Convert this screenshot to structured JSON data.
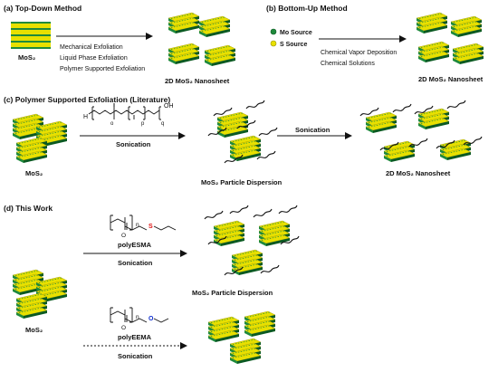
{
  "panel_a": {
    "title": "(a) Top-Down Method",
    "bulk_label": "MoS₂",
    "methods": [
      "Mechanical Exfoliation",
      "Liquid Phase Exfoliation",
      "Polymer Supported Exfoliation"
    ],
    "product_label": "2D MoS₂ Nanosheet"
  },
  "panel_b": {
    "title": "(b) Bottom-Up Method",
    "legend_mo": "Mo Source",
    "legend_s": "S Source",
    "methods": [
      "Chemical Vapor Deposition",
      "Chemical Solutions"
    ],
    "product_label": "2D MoS₂ Nanosheet"
  },
  "panel_c": {
    "title": "(c) Polymer Supported Exfoliation (Literature)",
    "bulk_label": "MoS₂",
    "step1": "Sonication",
    "dispersion_label": "MoS₂ Particle Dispersion",
    "step2": "Sonication",
    "product_label": "2D MoS₂ Nanosheet",
    "subscripts": {
      "o": "o",
      "p": "p",
      "q": "q"
    },
    "end_group_h": "H",
    "end_group_oh": "OH"
  },
  "panel_d": {
    "title": "(d) This Work",
    "bulk_label": "MoS₂",
    "polymer1_name": "polyESMA",
    "polymer1_heteroatom": "S",
    "polymer1_step": "Sonication",
    "polymer2_name": "polyEEMA",
    "polymer2_heteroatom": "O",
    "polymer2_step": "Sonication",
    "dispersion_label": "MoS₂ Particle Dispersion",
    "subscript_n": "n",
    "carbonyl_o": "O"
  },
  "colors": {
    "sheet_yellow": "#e8e000",
    "sheet_green": "#1f8a3c",
    "sheet_dark": "#0b5a22",
    "sulfur_red": "#e01010",
    "oxygen_blue": "#1030d0"
  }
}
